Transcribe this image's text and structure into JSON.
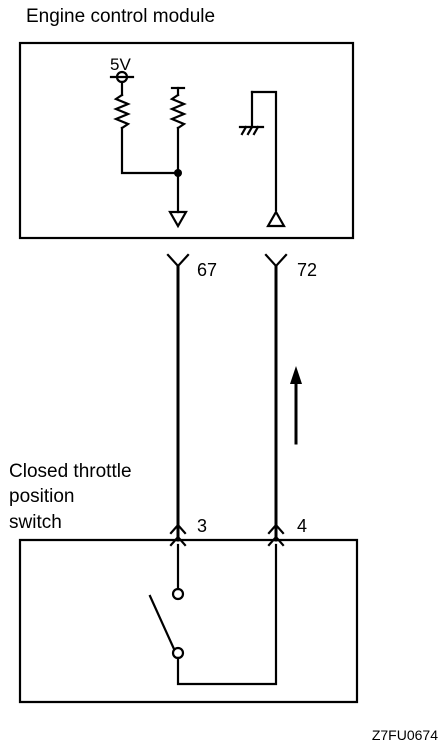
{
  "labels": {
    "ecm_title": "Engine control module",
    "supply_voltage": "5V",
    "ecm_pin_a": "67",
    "ecm_pin_b": "72",
    "switch_title_1": "Closed throttle",
    "switch_title_2": "position",
    "switch_title_3": "switch",
    "switch_pin_a": "3",
    "switch_pin_b": "4",
    "figure_code": "Z7FU0674"
  }
}
